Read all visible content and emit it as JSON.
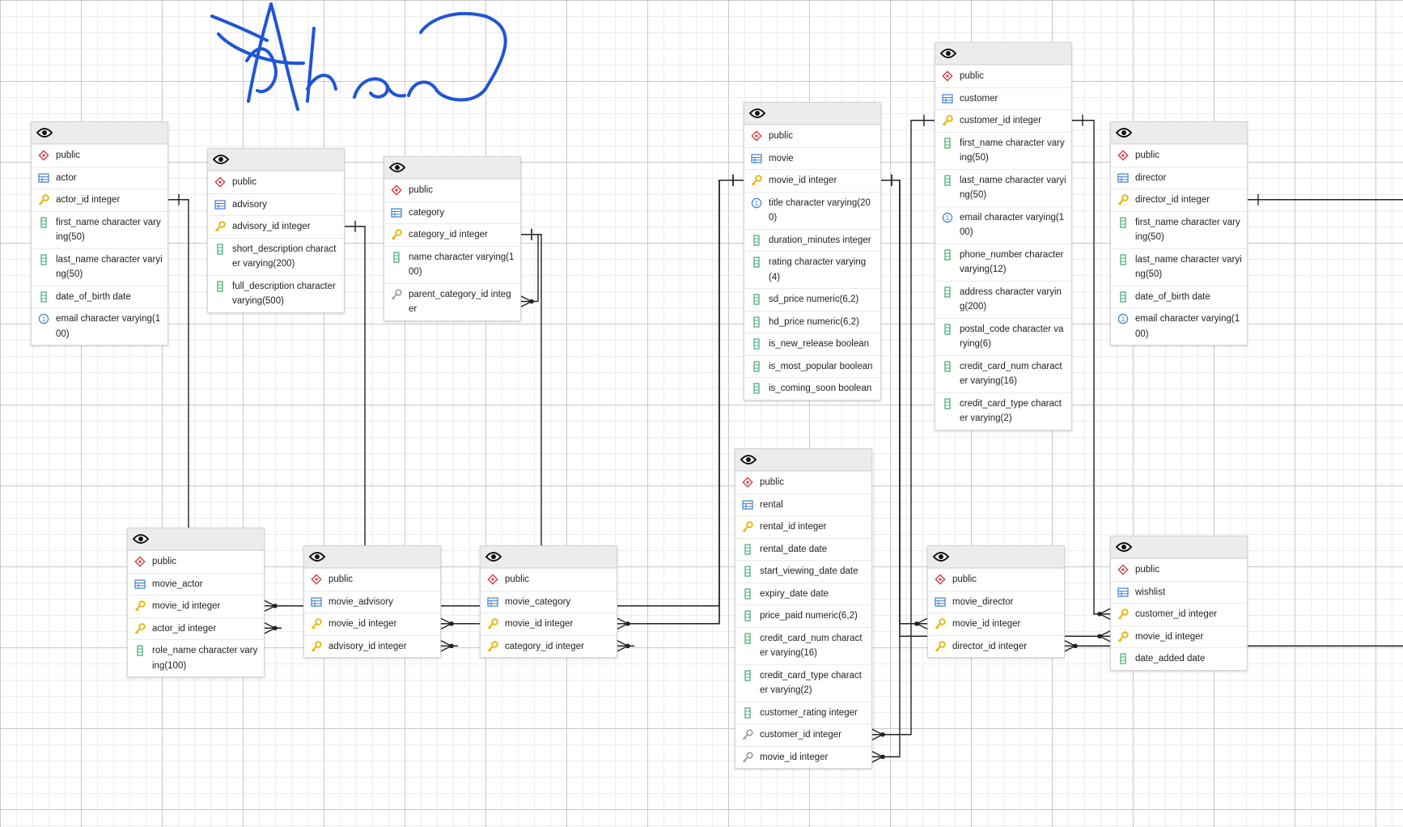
{
  "diagram": {
    "colors": {
      "signature": "#1f55d6",
      "edge": "#222222",
      "schema_icon": "#d04040",
      "table_icon": "#3d7fd0",
      "key_icon": "#e8b400",
      "fk_icon": "#9a9a9a",
      "column_icon": "#4caf7c",
      "unique_icon": "#3d7fd0"
    },
    "signature_strokes": [
      "M262,20 C300,35 320,45 330,50",
      "M335,5 C325,40 315,80 307,125",
      "M335,5 C345,40 355,90 368,135",
      "M305,75 C320,50 335,60 340,82 C345,100 330,118 318,112",
      "M270,42 C285,60 330,80 375,78",
      "M388,35 C385,70 382,100 380,125",
      "M380,110 C390,90 410,85 415,110",
      "M438,120 C445,95 470,92 478,105 C483,118 465,125 458,115",
      "M478,105 C482,115 490,120 500,118",
      "M505,118 C510,100 530,95 540,112",
      "M540,112 C550,125 585,130 600,110",
      "M600,110 C625,70 640,35 600,20 C560,10 530,25 520,40"
    ],
    "entities": [
      {
        "id": "actor",
        "schema": "public",
        "table": "actor",
        "columns": [
          {
            "icon": "key",
            "text": "actor_id integer"
          },
          {
            "icon": "column",
            "text": "first_name character varying(50)"
          },
          {
            "icon": "column",
            "text": "last_name character varying(50)"
          },
          {
            "icon": "column",
            "text": "date_of_birth date"
          },
          {
            "icon": "unique",
            "text": "email character varying(100)"
          }
        ]
      },
      {
        "id": "advisory",
        "schema": "public",
        "table": "advisory",
        "columns": [
          {
            "icon": "key",
            "text": "advisory_id integer"
          },
          {
            "icon": "column",
            "text": "short_description character varying(200)"
          },
          {
            "icon": "column",
            "text": "full_description character varying(500)"
          }
        ]
      },
      {
        "id": "category",
        "schema": "public",
        "table": "category",
        "columns": [
          {
            "icon": "key",
            "text": "category_id integer"
          },
          {
            "icon": "column",
            "text": "name character varying(100)"
          },
          {
            "icon": "fk",
            "text": "parent_category_id integer"
          }
        ]
      },
      {
        "id": "movie",
        "schema": "public",
        "table": "movie",
        "columns": [
          {
            "icon": "key",
            "text": "movie_id integer"
          },
          {
            "icon": "unique",
            "text": "title character varying(200)"
          },
          {
            "icon": "column",
            "text": "duration_minutes integer"
          },
          {
            "icon": "column",
            "text": "rating character varying(4)"
          },
          {
            "icon": "column",
            "text": "sd_price numeric(6,2)"
          },
          {
            "icon": "column",
            "text": "hd_price numeric(6,2)"
          },
          {
            "icon": "column",
            "text": "is_new_release boolean"
          },
          {
            "icon": "column",
            "text": "is_most_popular boolean"
          },
          {
            "icon": "column",
            "text": "is_coming_soon boolean"
          }
        ]
      },
      {
        "id": "customer",
        "schema": "public",
        "table": "customer",
        "columns": [
          {
            "icon": "key",
            "text": "customer_id integer"
          },
          {
            "icon": "column",
            "text": "first_name character varying(50)"
          },
          {
            "icon": "column",
            "text": "last_name character varying(50)"
          },
          {
            "icon": "unique",
            "text": "email character varying(100)"
          },
          {
            "icon": "column",
            "text": "phone_number character varying(12)"
          },
          {
            "icon": "column",
            "text": "address character varying(200)"
          },
          {
            "icon": "column",
            "text": "postal_code character varying(6)"
          },
          {
            "icon": "column",
            "text": "credit_card_num character varying(16)"
          },
          {
            "icon": "column",
            "text": "credit_card_type character varying(2)"
          }
        ]
      },
      {
        "id": "director",
        "schema": "public",
        "table": "director",
        "columns": [
          {
            "icon": "key",
            "text": "director_id integer"
          },
          {
            "icon": "column",
            "text": "first_name character varying(50)"
          },
          {
            "icon": "column",
            "text": "last_name character varying(50)"
          },
          {
            "icon": "column",
            "text": "date_of_birth date"
          },
          {
            "icon": "unique",
            "text": "email character varying(100)"
          }
        ]
      },
      {
        "id": "movie_actor",
        "schema": "public",
        "table": "movie_actor",
        "columns": [
          {
            "icon": "key",
            "text": "movie_id integer"
          },
          {
            "icon": "key",
            "text": "actor_id integer"
          },
          {
            "icon": "column",
            "text": "role_name character varying(100)"
          }
        ]
      },
      {
        "id": "movie_advisory",
        "schema": "public",
        "table": "movie_advisory",
        "columns": [
          {
            "icon": "key",
            "text": "movie_id integer"
          },
          {
            "icon": "key",
            "text": "advisory_id integer"
          }
        ]
      },
      {
        "id": "movie_category",
        "schema": "public",
        "table": "movie_category",
        "columns": [
          {
            "icon": "key",
            "text": "movie_id integer"
          },
          {
            "icon": "key",
            "text": "category_id integer"
          }
        ]
      },
      {
        "id": "rental",
        "schema": "public",
        "table": "rental",
        "columns": [
          {
            "icon": "key",
            "text": "rental_id integer"
          },
          {
            "icon": "column",
            "text": "rental_date date"
          },
          {
            "icon": "column",
            "text": "start_viewing_date date"
          },
          {
            "icon": "column",
            "text": "expiry_date date"
          },
          {
            "icon": "column",
            "text": "price_paid numeric(6,2)"
          },
          {
            "icon": "column",
            "text": "credit_card_num character varying(16)"
          },
          {
            "icon": "column",
            "text": "credit_card_type character varying(2)"
          },
          {
            "icon": "column",
            "text": "customer_rating integer"
          },
          {
            "icon": "fk",
            "text": "customer_id integer"
          },
          {
            "icon": "fk",
            "text": "movie_id integer"
          }
        ]
      },
      {
        "id": "movie_director",
        "schema": "public",
        "table": "movie_director",
        "columns": [
          {
            "icon": "key",
            "text": "movie_id integer"
          },
          {
            "icon": "key",
            "text": "director_id integer"
          }
        ]
      },
      {
        "id": "wishlist",
        "schema": "public",
        "table": "wishlist",
        "columns": [
          {
            "icon": "key",
            "text": "customer_id integer"
          },
          {
            "icon": "key",
            "text": "movie_id integer"
          },
          {
            "icon": "column",
            "text": "date_added date"
          }
        ]
      }
    ],
    "relationships": [
      {
        "from": "movie_actor.actor_id",
        "to": "actor.actor_id"
      },
      {
        "from": "movie_advisory.advisory_id",
        "to": "advisory.advisory_id"
      },
      {
        "from": "category.parent_category_id",
        "to": "category.category_id"
      },
      {
        "from": "movie_category.category_id",
        "to": "category.category_id"
      },
      {
        "from": "movie_actor.movie_id",
        "to": "movie.movie_id"
      },
      {
        "from": "movie_advisory.movie_id",
        "to": "movie.movie_id"
      },
      {
        "from": "movie_category.movie_id",
        "to": "movie.movie_id"
      },
      {
        "from": "rental.movie_id",
        "to": "movie.movie_id"
      },
      {
        "from": "rental.customer_id",
        "to": "customer.customer_id"
      },
      {
        "from": "movie_director.movie_id",
        "to": "movie.movie_id"
      },
      {
        "from": "movie_director.director_id",
        "to": "director.director_id"
      },
      {
        "from": "wishlist.customer_id",
        "to": "customer.customer_id"
      },
      {
        "from": "wishlist.movie_id",
        "to": "movie.movie_id"
      }
    ]
  }
}
